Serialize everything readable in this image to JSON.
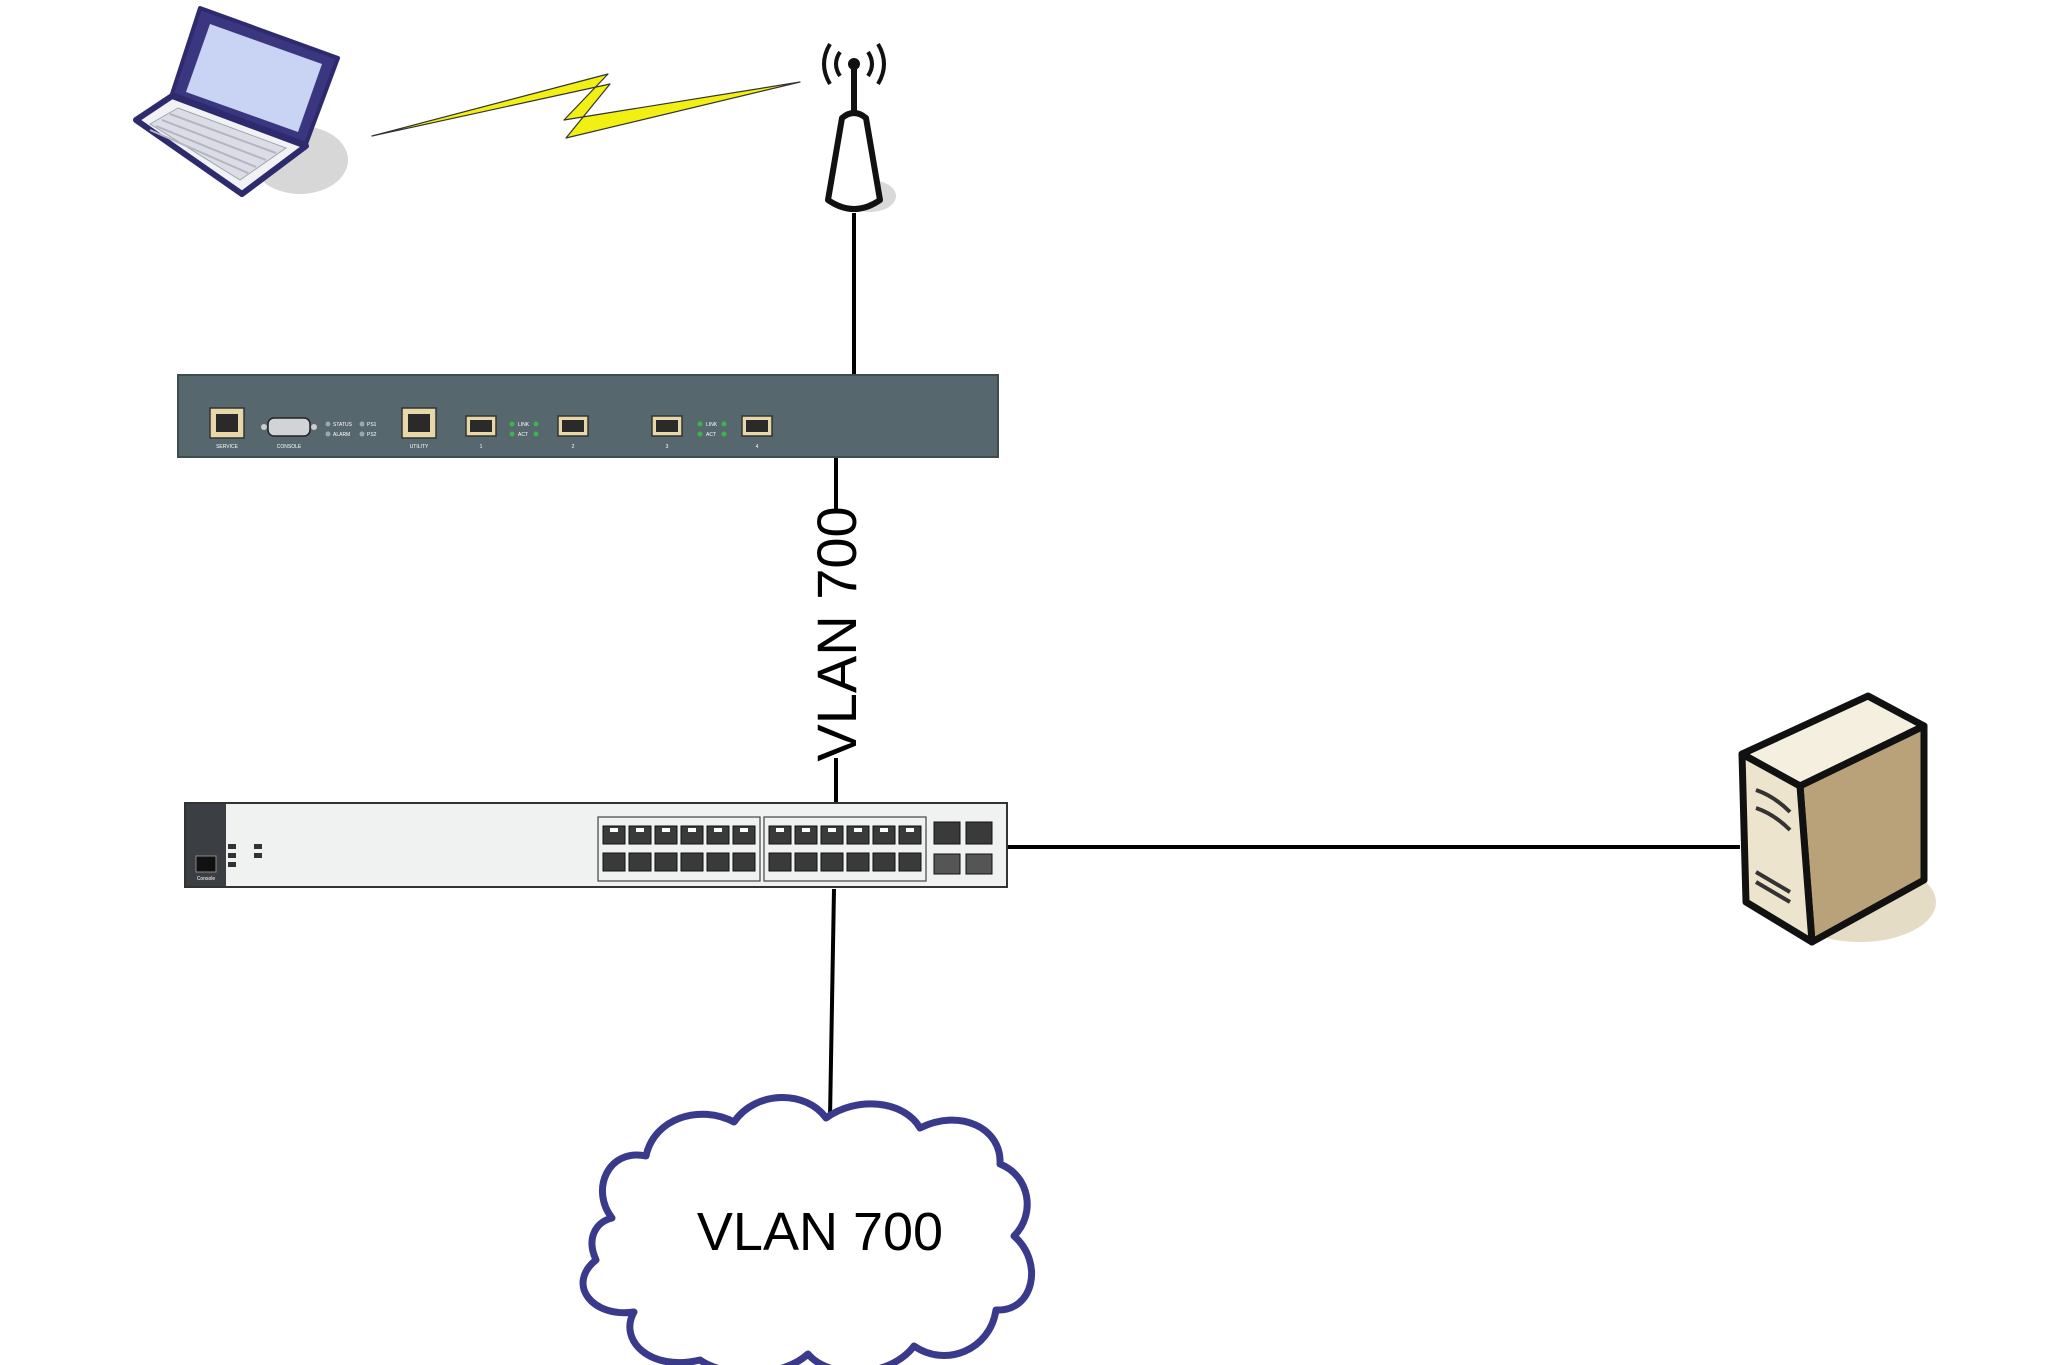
{
  "links": {
    "vertical_label": "VLAN 700"
  },
  "cloud": {
    "label": "VLAN 700"
  },
  "router": {
    "port_labels": [
      "SERVICE",
      "CONSOLE",
      "UTILITY",
      "1",
      "2",
      "3",
      "4"
    ],
    "led_labels": [
      "STATUS",
      "ALARM",
      "PS1",
      "PS2"
    ],
    "link_led_labels": [
      "LINK",
      "ACT"
    ]
  },
  "switch": {
    "console_label": "Console"
  },
  "colors": {
    "router_body": "#56686e",
    "device_outline": "#2e2a6e",
    "lightning": "#f2ef12",
    "cloud_outline": "#3a3a8c",
    "server_body": "#e9dfc2",
    "line": "#000000"
  }
}
